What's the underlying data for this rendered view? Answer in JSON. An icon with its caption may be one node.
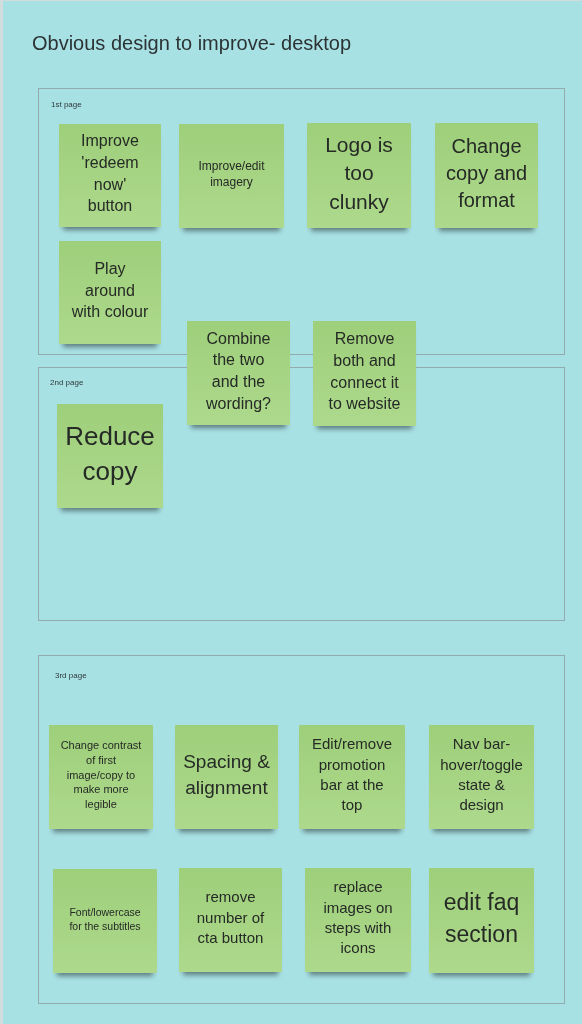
{
  "diagram": {
    "title": "Obvious design to improve- desktop",
    "nodes": [
      {
        "text": [
          "1st page"
        ]
      },
      {
        "text": [
          "Improve 'redeem now' button"
        ],
        "in": 0
      },
      {
        "text": [
          "Improve/edit imagery"
        ],
        "in": 0
      },
      {
        "text": [
          "Logo is too clunky"
        ],
        "in": 0
      },
      {
        "text": [
          "Change copy and format"
        ],
        "in": 0
      },
      {
        "text": [
          "Play around with colour"
        ],
        "in": 0
      },
      {
        "text": [
          "Combine the two and the wording?"
        ]
      },
      {
        "text": [
          "Remove both and connect it to website"
        ]
      },
      {
        "text": [
          "2nd page"
        ]
      },
      {
        "text": [
          "Reduce copy"
        ],
        "in": 8
      },
      {
        "text": [
          "3rd page"
        ]
      },
      {
        "text": [
          "Change contrast of first image/copy to make more legible"
        ],
        "in": 10
      },
      {
        "text": [
          "Spacing & alignment"
        ],
        "in": 10
      },
      {
        "text": [
          "Edit/remove promotion bar at the top"
        ],
        "in": 10
      },
      {
        "text": [
          "Nav bar- hover/toggle state & design"
        ],
        "in": 10
      },
      {
        "text": [
          "Font/lowercase for the subtitles"
        ],
        "in": 10
      },
      {
        "text": [
          "remove number of cta button"
        ],
        "in": 10
      },
      {
        "text": [
          "replace images on steps with icons"
        ],
        "in": 10
      },
      {
        "text": [
          "edit faq section"
        ],
        "in": 10
      }
    ]
  }
}
